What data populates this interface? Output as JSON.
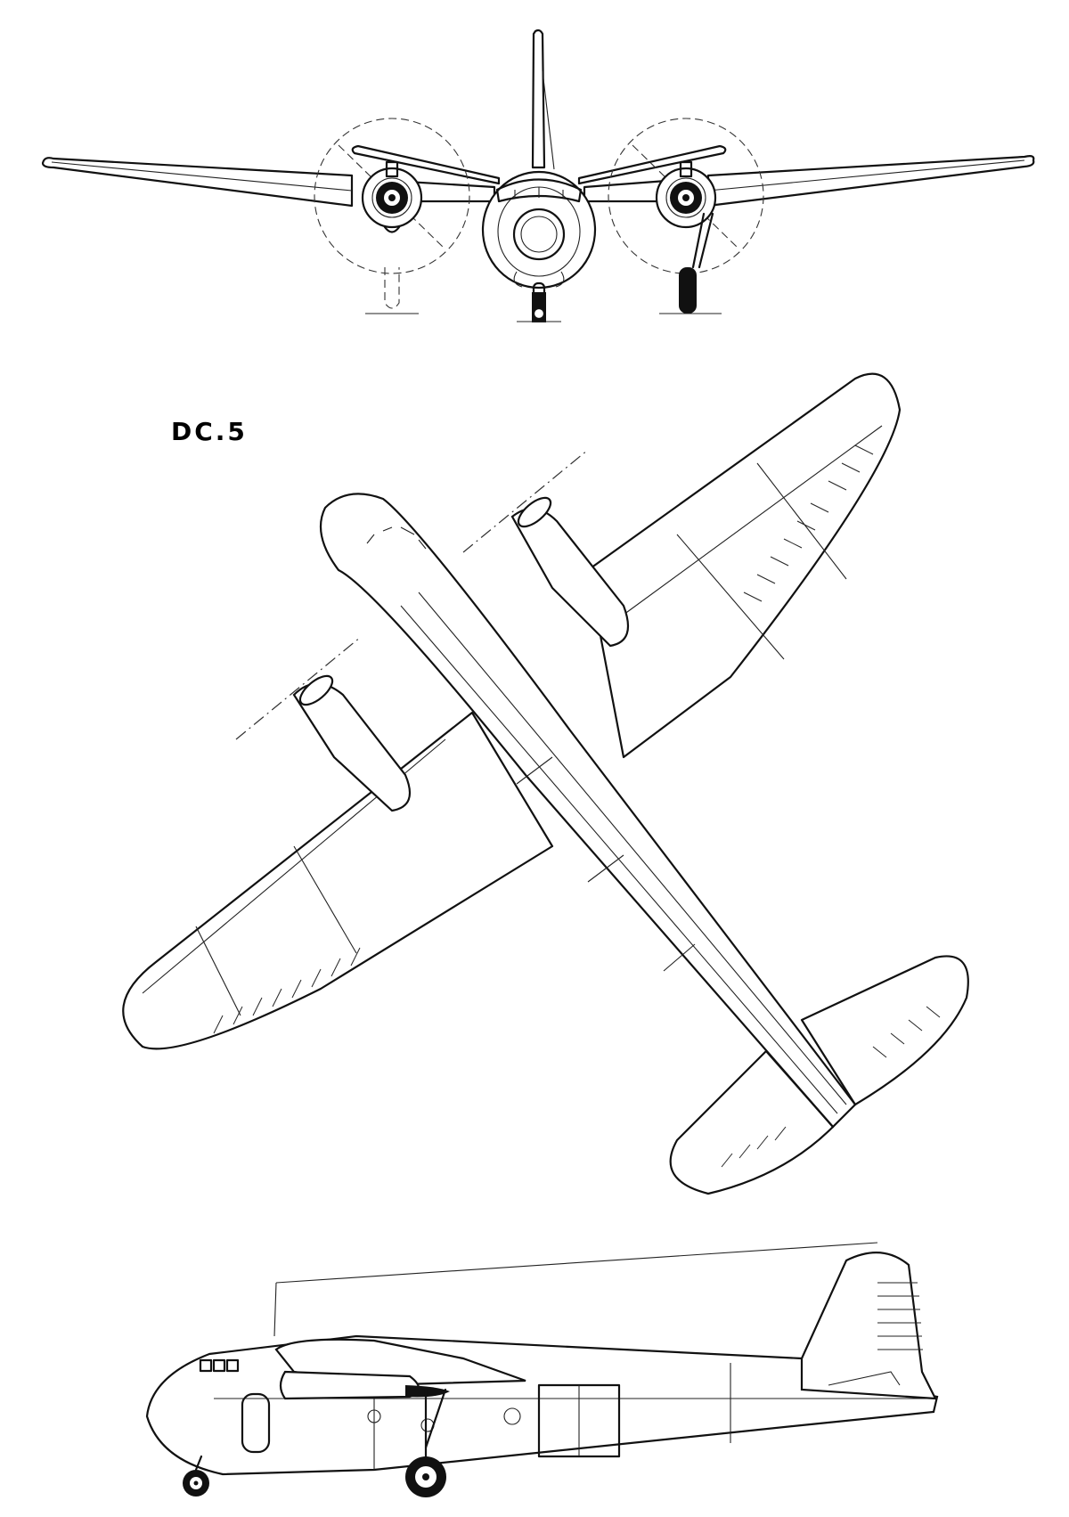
{
  "drawing": {
    "title": "DC.5",
    "views": [
      "front-view",
      "plan-view",
      "side-view"
    ],
    "colors": {
      "ink": "#111111",
      "paper": "#ffffff"
    }
  }
}
